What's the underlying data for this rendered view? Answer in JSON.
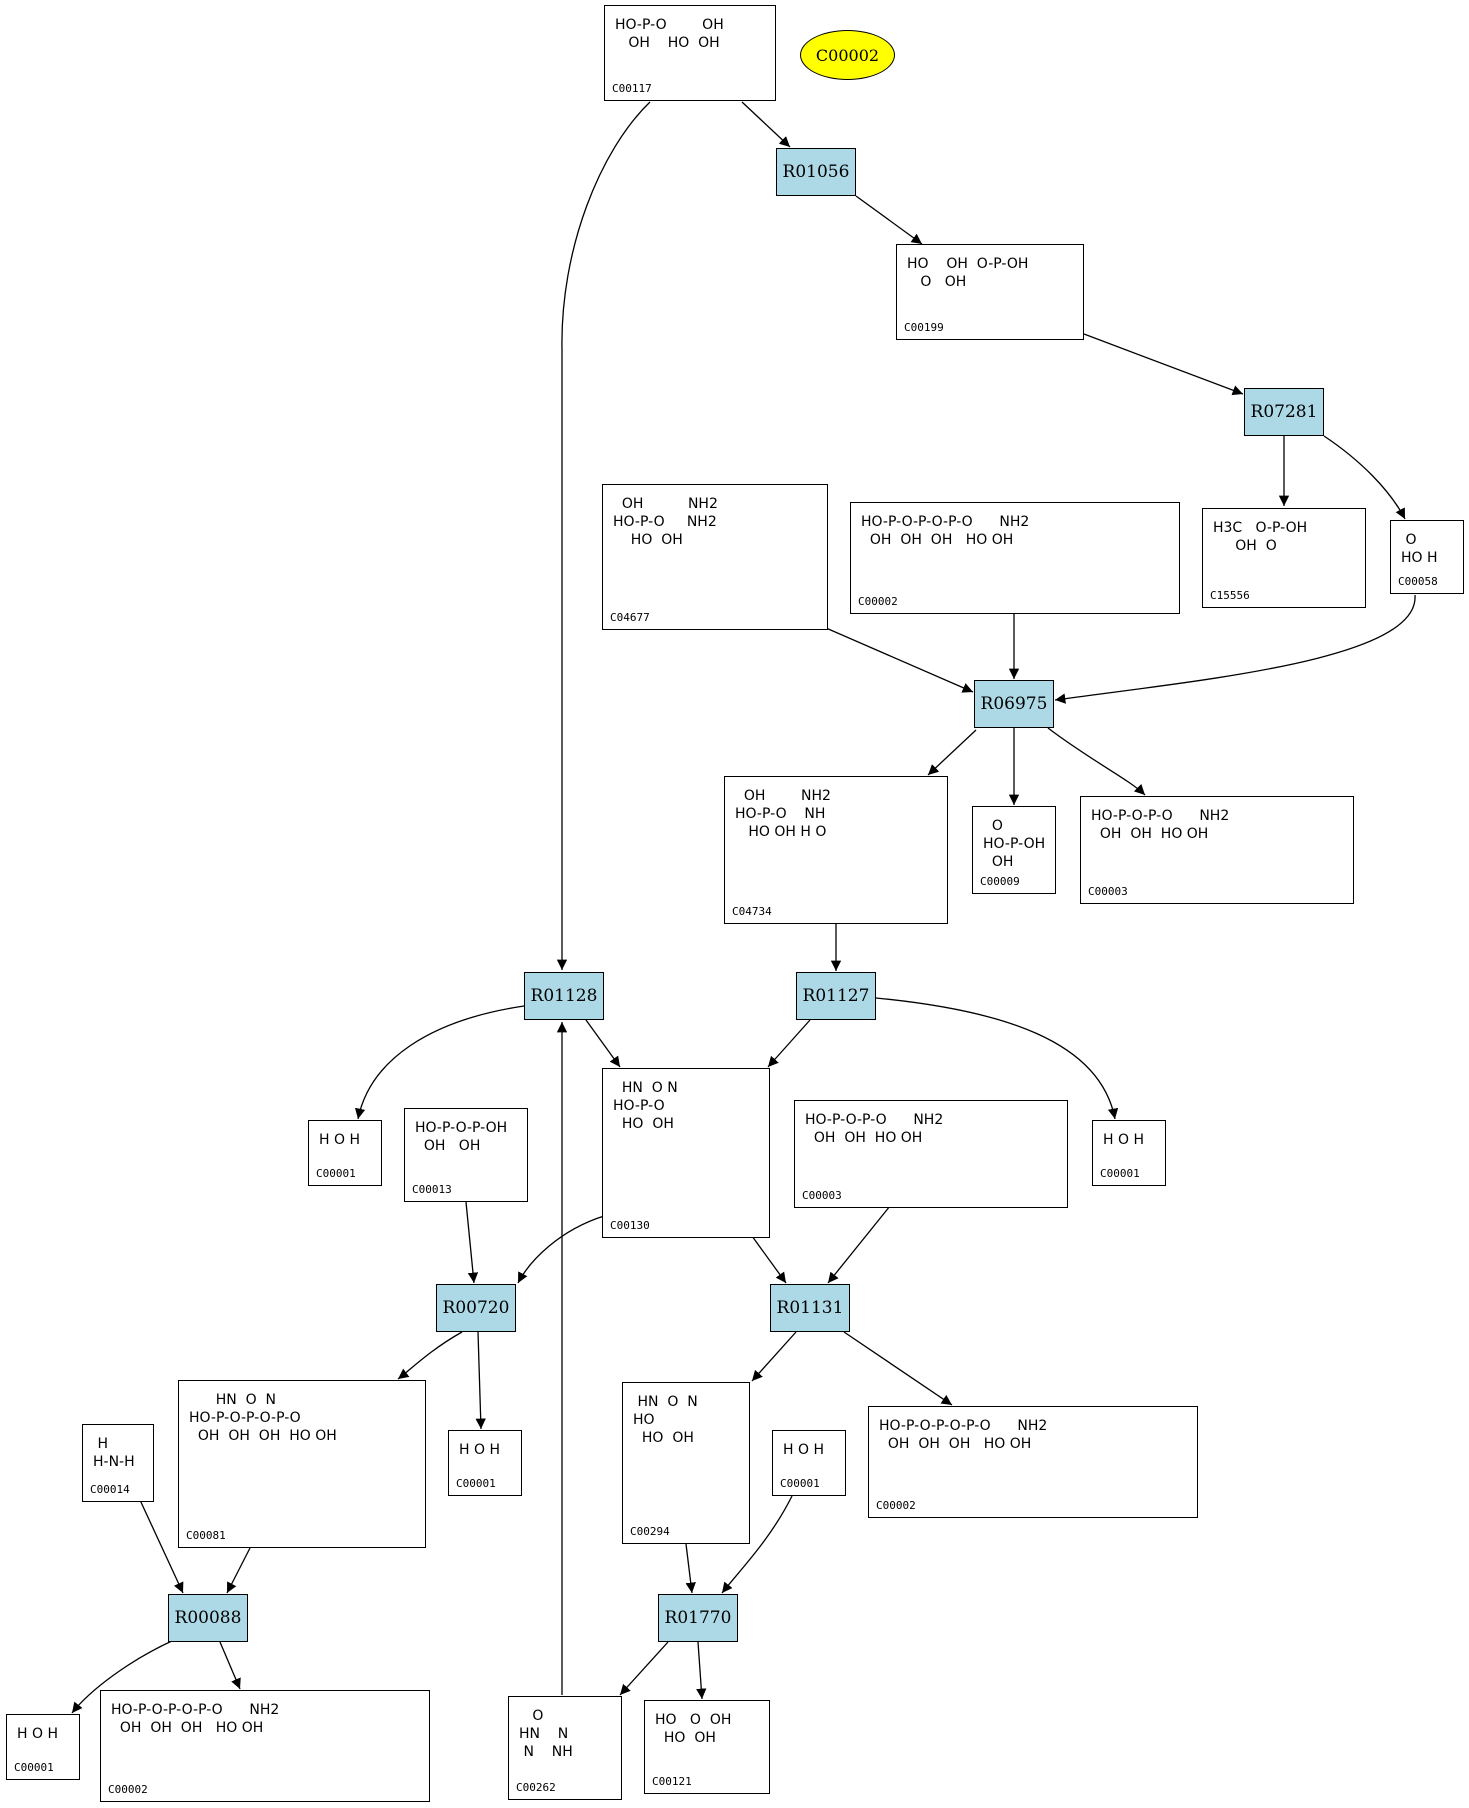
{
  "pathway_node": {
    "label": "C00002",
    "color": "#ffff00"
  },
  "colors": {
    "reaction_fill": "#add8e6",
    "compound_fill": "#ffffff",
    "edge": "#000000"
  },
  "reactions": [
    {
      "id": "r-R01056",
      "label": "R01056"
    },
    {
      "id": "r-R07281",
      "label": "R07281"
    },
    {
      "id": "r-R06975",
      "label": "R06975"
    },
    {
      "id": "r-R01128",
      "label": "R01128"
    },
    {
      "id": "r-R01127",
      "label": "R01127"
    },
    {
      "id": "r-R00720",
      "label": "R00720"
    },
    {
      "id": "r-R01131",
      "label": "R01131"
    },
    {
      "id": "r-R00088",
      "label": "R00088"
    },
    {
      "id": "r-R01770",
      "label": "R01770"
    }
  ],
  "compounds": [
    {
      "id": "c-C00117",
      "label": "C00117"
    },
    {
      "id": "c-C00199",
      "label": "C00199"
    },
    {
      "id": "c-C04677",
      "label": "C04677"
    },
    {
      "id": "c-C00002-a",
      "label": "C00002"
    },
    {
      "id": "c-C15556",
      "label": "C15556"
    },
    {
      "id": "c-C00058",
      "label": "C00058"
    },
    {
      "id": "c-C04734",
      "label": "C04734"
    },
    {
      "id": "c-C00009",
      "label": "C00009"
    },
    {
      "id": "c-C00003-a",
      "label": "C00003"
    },
    {
      "id": "c-C00001-a",
      "label": "C00001"
    },
    {
      "id": "c-C00013",
      "label": "C00013"
    },
    {
      "id": "c-C00130",
      "label": "C00130"
    },
    {
      "id": "c-C00003-b",
      "label": "C00003"
    },
    {
      "id": "c-C00001-b",
      "label": "C00001"
    },
    {
      "id": "c-C00081",
      "label": "C00081"
    },
    {
      "id": "c-C00001-c",
      "label": "C00001"
    },
    {
      "id": "c-C00014",
      "label": "C00014"
    },
    {
      "id": "c-C00294",
      "label": "C00294"
    },
    {
      "id": "c-C00001-d",
      "label": "C00001"
    },
    {
      "id": "c-C00002-b",
      "label": "C00002"
    },
    {
      "id": "c-C00001-e",
      "label": "C00001"
    },
    {
      "id": "c-C00002-c",
      "label": "C00002"
    },
    {
      "id": "c-C00262",
      "label": "C00262"
    },
    {
      "id": "c-C00121",
      "label": "C00121"
    }
  ],
  "structures": {
    "c-C00117": "HO-P-O        OH\n   OH    HO  OH",
    "c-C00199": "HO    OH  O-P-OH\n   O   OH",
    "c-C04677": "  OH          NH2\nHO-P-O     NH2\n    HO  OH",
    "c-C00002-a": "HO-P-O-P-O-P-O      NH2\n  OH  OH  OH   HO OH",
    "c-C15556": "H3C   O-P-OH\n     OH  O",
    "c-C00058": " O\nHO H",
    "c-C04734": "  OH        NH2\nHO-P-O    NH\n   HO OH H O",
    "c-C00009": "  O\nHO-P-OH\n  OH",
    "c-C00003-a": "HO-P-O-P-O      NH2\n  OH  OH  HO OH",
    "c-C00001-a": "H O H",
    "c-C00013": "HO-P-O-P-OH\n  OH   OH",
    "c-C00130": "  HN  O N\nHO-P-O\n  HO  OH",
    "c-C00003-b": "HO-P-O-P-O      NH2\n  OH  OH  HO OH",
    "c-C00001-b": "H O H",
    "c-C00081": "      HN  O  N\nHO-P-O-P-O-P-O\n  OH  OH  OH  HO OH",
    "c-C00001-c": "H O H",
    "c-C00014": " H\nH-N-H",
    "c-C00294": " HN  O  N\nHO\n  HO  OH",
    "c-C00001-d": "H O H",
    "c-C00002-b": "HO-P-O-P-O-P-O      NH2\n  OH  OH  OH   HO OH",
    "c-C00001-e": "H O H",
    "c-C00002-c": "HO-P-O-P-O-P-O      NH2\n  OH  OH  OH   HO OH",
    "c-C00262": "   O\nHN    N\n N    NH",
    "c-C00121": "HO   O  OH\n  HO  OH"
  }
}
